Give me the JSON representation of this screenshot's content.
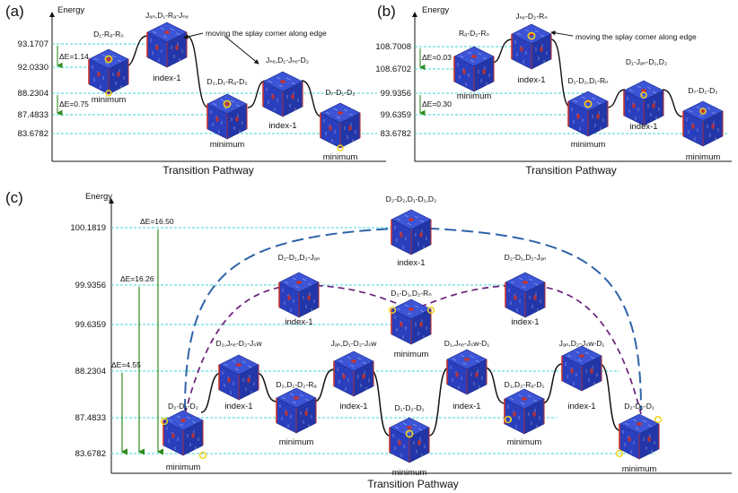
{
  "panels": {
    "a": {
      "tag": "(a)",
      "y_axis_label": "Energy",
      "x_axis_label": "Transition Pathway",
      "levels": [
        "93.1707",
        "92.0330",
        "88.2304",
        "87.4833",
        "83.6782"
      ],
      "deltas": [
        "ΔE=1.14",
        "ΔE=0.75"
      ],
      "annotation": "moving the splay corner along edge",
      "states": [
        {
          "name": "D₁-Rₐ-R₀",
          "label": "minimum"
        },
        {
          "name": "Jₐₙ,D₁-Rₐ-Jₙₑ",
          "label": "index-1"
        },
        {
          "name": "D₂,D₁-Rₐ-D₂",
          "label": "minimum"
        },
        {
          "name": "Jₙₑ,D₁-Jₙₑ-D₂",
          "label": "index-1"
        },
        {
          "name": "D₇-D₁-D₂",
          "label": "minimum"
        }
      ]
    },
    "b": {
      "tag": "(b)",
      "y_axis_label": "Energy",
      "x_axis_label": "Transition Pathway",
      "levels": [
        "108.7008",
        "108.6702",
        "99.9356",
        "99.6359",
        "83.6782"
      ],
      "deltas": [
        "ΔE=0.03",
        "ΔE=0.30"
      ],
      "annotation": "moving the splay corner along edge",
      "states": [
        {
          "name": "Rₐ-D₂-Rₙ",
          "label": "minimum"
        },
        {
          "name": "Jₙₑ-D₂-Rₙ",
          "label": "index-1"
        },
        {
          "name": "D₁-D₂,D₁-Rₙ",
          "label": "minimum"
        },
        {
          "name": "D₁-Jₐₙ-D₁,D₂",
          "label": "index-1"
        },
        {
          "name": "D₇-D₁-D₂",
          "label": "minimum"
        }
      ]
    },
    "c": {
      "tag": "(c)",
      "y_axis_label": "Energy",
      "x_axis_label": "Transition Pathway",
      "levels": [
        "100.1819",
        "99.9356",
        "99.6359",
        "88.2304",
        "87.4833",
        "83.6782"
      ],
      "deltas": [
        "ΔE=16.50",
        "ΔE=16.26",
        "ΔE=4.55"
      ],
      "states": [
        {
          "name": "D₂-D₂,D₁-D₁,D₂",
          "label": "index-1"
        },
        {
          "name": "D₂-D₁,D₂-Jₐₙ",
          "label": "index-1"
        },
        {
          "name": "D₂-D₁,D₂-Jₐₙ",
          "label": "index-1"
        },
        {
          "name": "D₂-D₁,D₂-Rₙ",
          "label": "minimum"
        },
        {
          "name": "D₂-D₂-D₂",
          "label": "minimum"
        },
        {
          "name": "D₂,Jₙₑ-D₂-Jₛw",
          "label": "index-1"
        },
        {
          "name": "D₂,D₁-D₂-Rₐ",
          "label": "minimum"
        },
        {
          "name": "Jₐₙ,D₁-D₂-Jₛw",
          "label": "index-1"
        },
        {
          "name": "D₁-D₂-D₁",
          "label": "minimum"
        },
        {
          "name": "D₁,Jₙₑ-Jₛw-D₁",
          "label": "index-1"
        },
        {
          "name": "D₁,D₂-Rₐ-D₁",
          "label": "minimum"
        },
        {
          "name": "Jₐₙ,D₂-Jₛw-D₁",
          "label": "index-1"
        },
        {
          "name": "D₂-D₂-D₁",
          "label": "minimum"
        }
      ]
    }
  },
  "colors": {
    "cube_blue": "#2b3fc6",
    "defect_red": "#c8312a",
    "guide_cyan": "#3fd6d6",
    "delta_green": "#2e8b1e",
    "dash_blue": "#2f63a8",
    "dash_purple": "#6a1f7a",
    "marker_yellow": "#f2d21a"
  }
}
